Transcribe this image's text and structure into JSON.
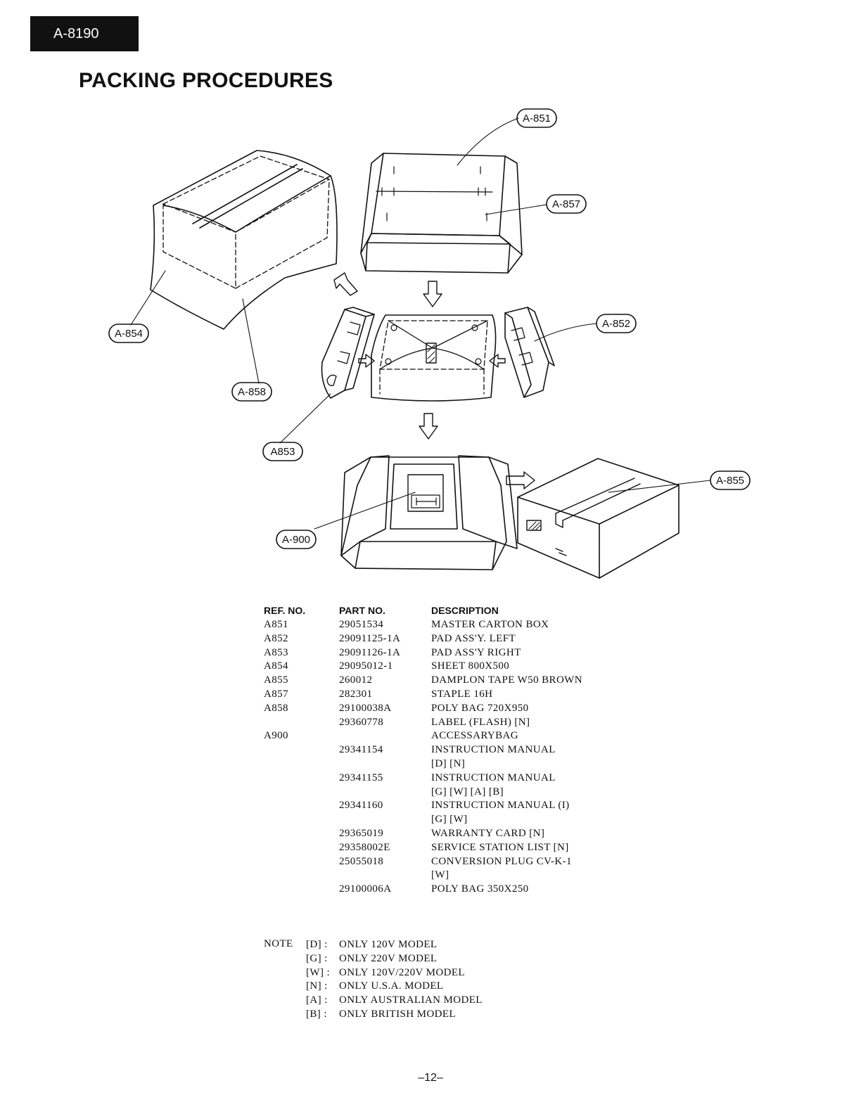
{
  "header": {
    "model": "A-8190",
    "title": "PACKING PROCEDURES"
  },
  "diagram": {
    "callouts": {
      "a851": "A-851",
      "a857": "A-857",
      "a852": "A-852",
      "a854": "A-854",
      "a858": "A-858",
      "a853": "A853",
      "a855": "A-855",
      "a900": "A-900"
    }
  },
  "parts_table": {
    "headers": {
      "ref": "REF. NO.",
      "part": "PART NO.",
      "desc": "DESCRIPTION"
    },
    "rows": [
      {
        "ref": "A851",
        "part": "29051534",
        "desc": "MASTER CARTON BOX"
      },
      {
        "ref": "A852",
        "part": "29091125-1A",
        "desc": "PAD ASS'Y. LEFT"
      },
      {
        "ref": "A853",
        "part": "29091126-1A",
        "desc": "PAD ASS'Y RIGHT"
      },
      {
        "ref": "A854",
        "part": "29095012-1",
        "desc": "SHEET 800X500"
      },
      {
        "ref": "A855",
        "part": "260012",
        "desc": "DAMPLON TAPE W50 BROWN"
      },
      {
        "ref": "A857",
        "part": "282301",
        "desc": "STAPLE 16H"
      },
      {
        "ref": "A858",
        "part": "29100038A",
        "desc": "POLY BAG 720X950"
      },
      {
        "ref": "",
        "part": "29360778",
        "desc": "LABEL (FLASH) [N]"
      },
      {
        "ref": "A900",
        "part": "",
        "desc": "ACCESSARYBAG"
      },
      {
        "ref": "",
        "part": "29341154",
        "desc": "INSTRUCTION MANUAL",
        "desc2": "[D] [N]"
      },
      {
        "ref": "",
        "part": "29341155",
        "desc": "INSTRUCTION MANUAL",
        "desc2": "[G] [W] [A] [B]"
      },
      {
        "ref": "",
        "part": "29341160",
        "desc": "INSTRUCTION MANUAL (I)",
        "desc2": "[G] [W]"
      },
      {
        "ref": "",
        "part": "29365019",
        "desc": "WARRANTY CARD [N]"
      },
      {
        "ref": "",
        "part": "29358002E",
        "desc": "SERVICE STATION LIST [N]"
      },
      {
        "ref": "",
        "part": "25055018",
        "desc": "CONVERSION PLUG CV-K-1",
        "desc2": "[W]"
      },
      {
        "ref": "",
        "part": "29100006A",
        "desc": "POLY BAG 350X250"
      }
    ]
  },
  "notes": {
    "label": "NOTE",
    "items": [
      {
        "code": "[D] :",
        "text": "ONLY 120V MODEL"
      },
      {
        "code": "[G] :",
        "text": "ONLY 220V MODEL"
      },
      {
        "code": "[W] :",
        "text": "ONLY 120V/220V MODEL"
      },
      {
        "code": "[N] :",
        "text": "ONLY U.S.A. MODEL"
      },
      {
        "code": "[A] :",
        "text": "ONLY AUSTRALIAN MODEL"
      },
      {
        "code": "[B] :",
        "text": "ONLY BRITISH MODEL"
      }
    ]
  },
  "footer": {
    "page": "–12–"
  }
}
